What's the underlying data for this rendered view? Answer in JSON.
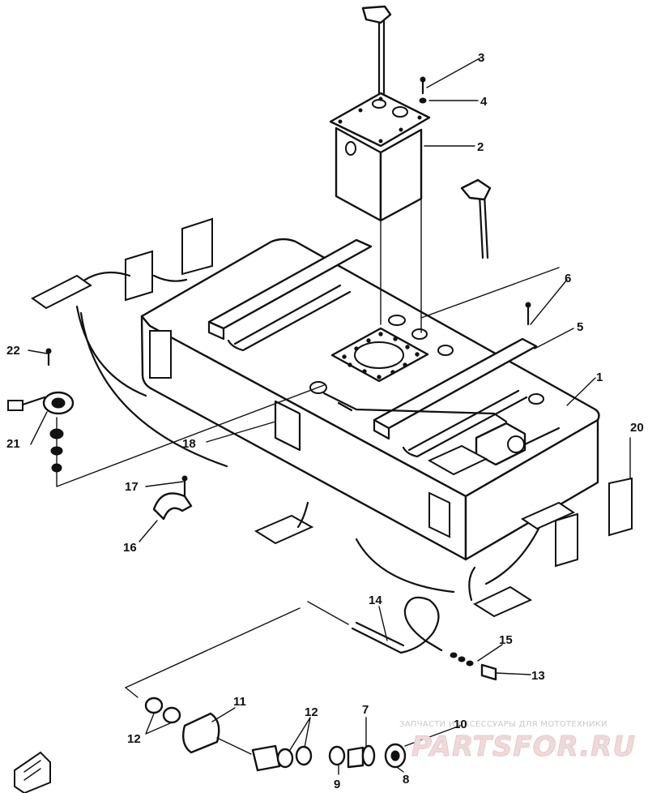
{
  "diagram": {
    "callouts": [
      "1",
      "2",
      "3",
      "4",
      "5",
      "6",
      "7",
      "8",
      "9",
      "10",
      "11",
      "12",
      "12",
      "13",
      "14",
      "15",
      "16",
      "17",
      "18",
      "20",
      "21",
      "22"
    ]
  },
  "watermark": {
    "top_text": "ЗАПЧАСТИ И АКСЕССУАРЫ ДЛЯ МОТОТЕХНИКИ",
    "logo_text": "PARTSFOR.RU"
  }
}
